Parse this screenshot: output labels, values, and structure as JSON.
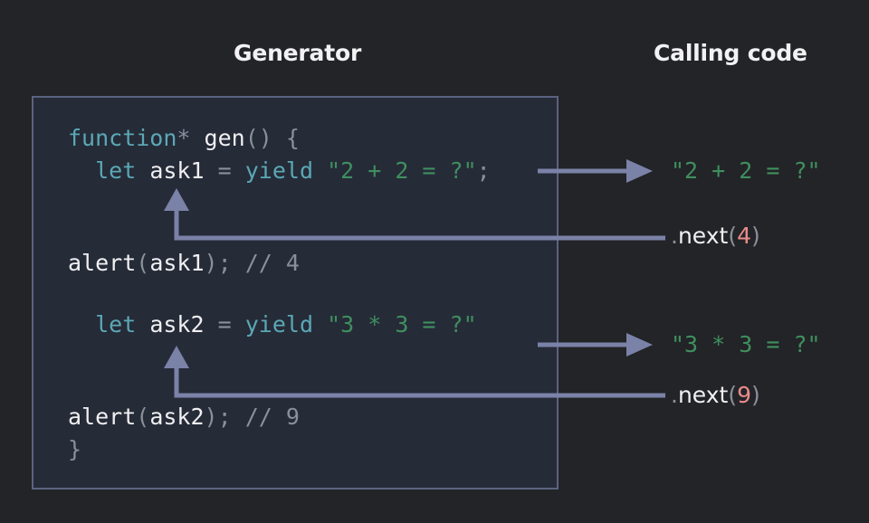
{
  "page": {
    "background": "#232427",
    "accent_line": "#7b82a8"
  },
  "headings": {
    "generator": "Generator",
    "calling_code": "Calling code"
  },
  "generator_code": {
    "line1": {
      "kw": "function",
      "star": "*",
      "space1": " ",
      "name": "gen",
      "parens": "()",
      "space2": " ",
      "brace": "{"
    },
    "line2": {
      "indent": "  ",
      "kw_let": "let",
      "space1": " ",
      "ident": "ask1",
      "space2": " ",
      "eq": "=",
      "space3": " ",
      "kw_yield": "yield",
      "space4": " ",
      "string": "\"2 + 2 = ?\"",
      "semi": ";"
    },
    "line3": {
      "fn": "alert",
      "open": "(",
      "arg": "ask1",
      "close": ")",
      "semi": ";",
      "space": " ",
      "comment": "// 4"
    },
    "line4": {
      "indent": "  ",
      "kw_let": "let",
      "space1": " ",
      "ident": "ask2",
      "space2": " ",
      "eq": "=",
      "space3": " ",
      "kw_yield": "yield",
      "space4": " ",
      "string": "\"3 * 3 = ?\""
    },
    "line5": {
      "fn": "alert",
      "open": "(",
      "arg": "ask2",
      "close": ")",
      "semi": ";",
      "space": " ",
      "comment": "// 9"
    },
    "line6": {
      "brace": "}"
    }
  },
  "calling_code": {
    "yielded_1": "\"2 + 2 = ?\"",
    "next_call_1": {
      "dot": ".",
      "method": "next",
      "open": "(",
      "arg": "4",
      "close": ")"
    },
    "yielded_2": "\"3 * 3 = ?\"",
    "next_call_2": {
      "dot": ".",
      "method": "next",
      "open": "(",
      "arg": "9",
      "close": ")"
    }
  },
  "colors": {
    "keyword": "#5ba8b5",
    "punctuation": "#8a8f9c",
    "identifier": "#f0f0f2",
    "string": "#3f8f5f",
    "comment": "#8a8f9c",
    "number": "#e88b8b",
    "arrow": "#7b82a8",
    "box_border": "#5b6280",
    "box_fill": "#262b38"
  }
}
